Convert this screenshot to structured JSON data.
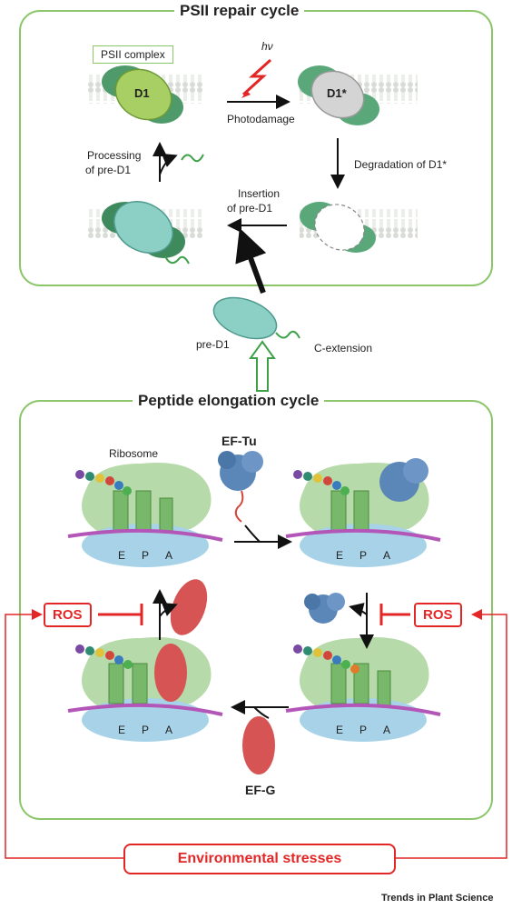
{
  "psii": {
    "title": "PSII repair cycle",
    "complex_label": "PSII complex",
    "d1": "D1",
    "d1_star": "D1*",
    "hv": "hν",
    "photodamage": "Photodamage",
    "degradation": "Degradation of D1*",
    "insertion_line1": "Insertion",
    "insertion_line2": "of pre-D1",
    "processing_line1": "Processing",
    "processing_line2": "of pre-D1"
  },
  "pre_d1": {
    "label": "pre-D1",
    "c_extension": "C-extension"
  },
  "elongation": {
    "title": "Peptide elongation cycle",
    "ribosome": "Ribosome",
    "ef_tu": "EF-Tu",
    "ef_g": "EF-G",
    "site_e": "E",
    "site_p": "P",
    "site_a": "A",
    "ros": "ROS"
  },
  "env_stress": "Environmental stresses",
  "footer": "Trends in Plant Science",
  "colors": {
    "green_border": "#8cc66b",
    "red": "#e32727",
    "ribosome_green": "#a9d49a",
    "ribosome_blue": "#a7d2e8",
    "mrna": "#b455b8",
    "eftu_blue": "#5b86b8",
    "efg_red": "#d65454"
  }
}
